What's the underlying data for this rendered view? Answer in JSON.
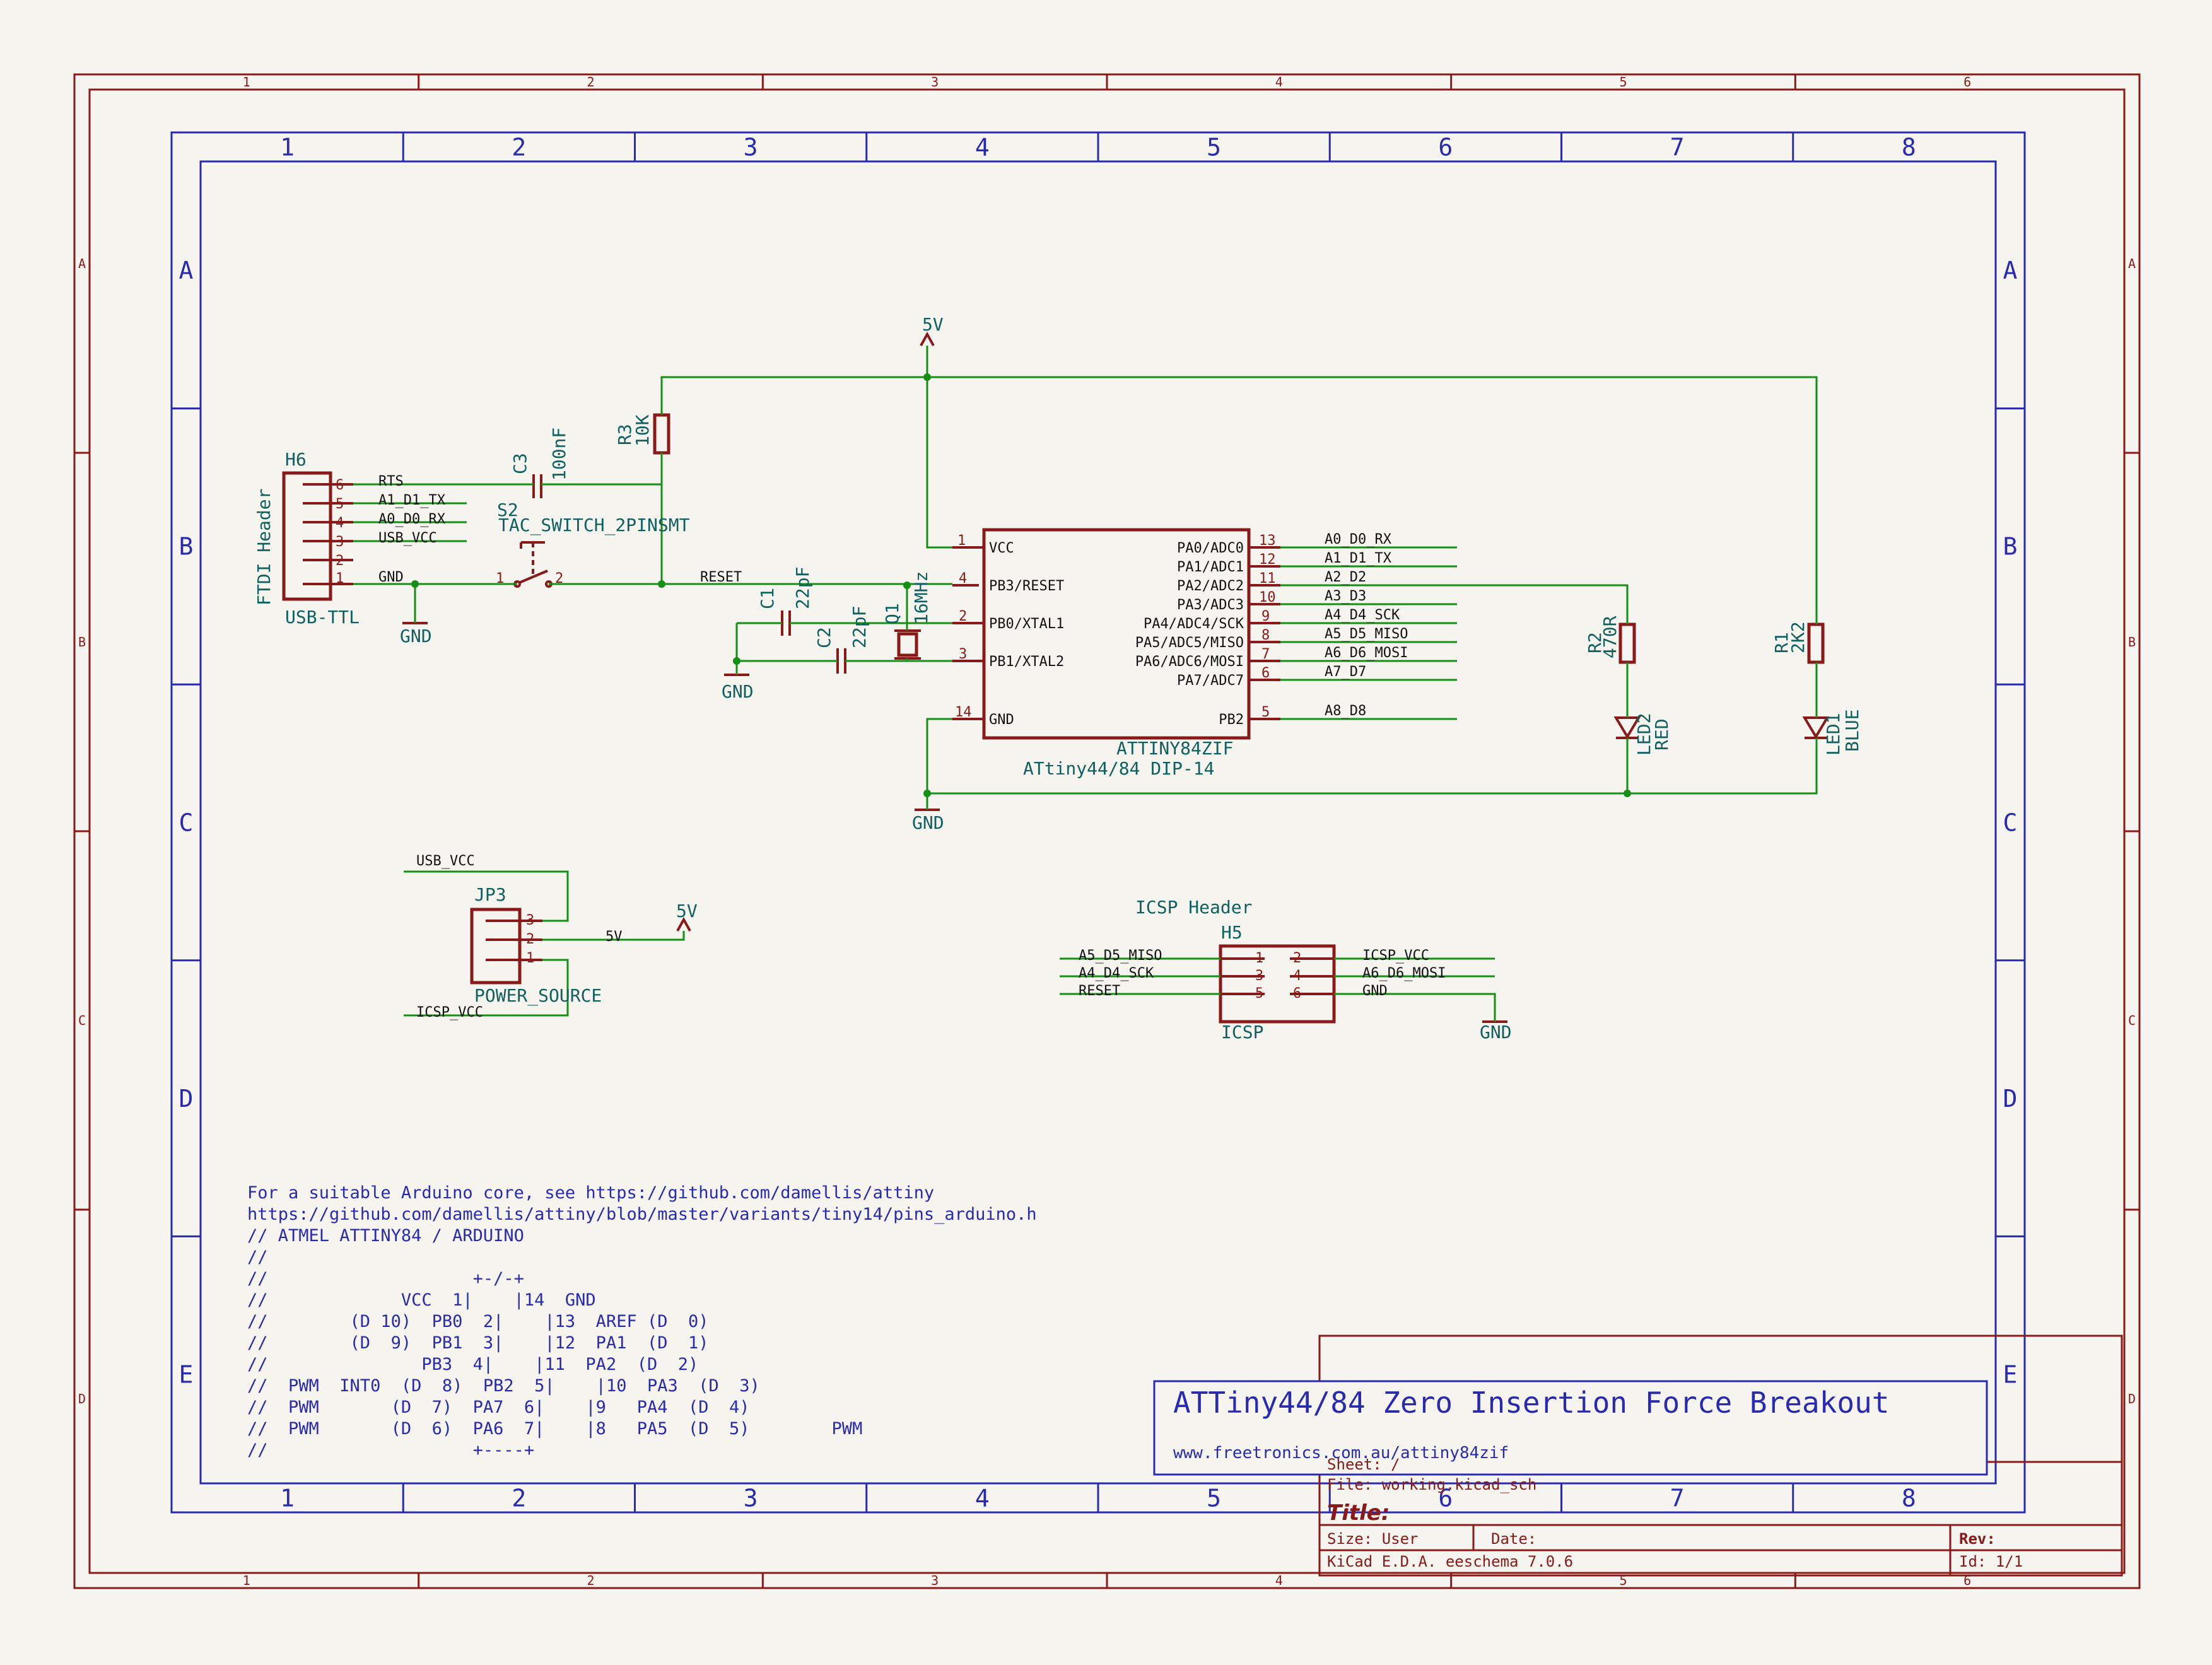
{
  "outer_frame": {
    "columns": [
      "1",
      "2",
      "3",
      "4",
      "5",
      "6"
    ],
    "rows": [
      "A",
      "B",
      "C",
      "D"
    ]
  },
  "inner_frame": {
    "columns": [
      "1",
      "2",
      "3",
      "4",
      "5",
      "6",
      "7",
      "8"
    ],
    "rows": [
      "A",
      "B",
      "C",
      "D",
      "E"
    ]
  },
  "components": {
    "h6": {
      "ref": "H6",
      "value": "USB-TTL",
      "label": "FTDI Header",
      "pins": [
        "6",
        "5",
        "4",
        "3",
        "2",
        "1"
      ]
    },
    "c3": {
      "ref": "C3",
      "value": "100nF"
    },
    "s2": {
      "ref": "S2",
      "value": "TAC_SWITCH_2PINSMT",
      "pin_a": "1",
      "pin_b": "2"
    },
    "r3": {
      "ref": "R3",
      "value": "10K"
    },
    "c1": {
      "ref": "C1",
      "value": "22pF"
    },
    "c2": {
      "ref": "C2",
      "value": "22pF"
    },
    "q1": {
      "ref": "Q1",
      "value": "16MHz"
    },
    "u1": {
      "value": "ATTINY84ZIF",
      "footprint": "ATtiny44/84 DIP-14",
      "left_pins": [
        {
          "num": "1",
          "name": "VCC"
        },
        {
          "num": "4",
          "name": "PB3/RESET"
        },
        {
          "num": "2",
          "name": "PB0/XTAL1"
        },
        {
          "num": "3",
          "name": "PB1/XTAL2"
        },
        {
          "num": "14",
          "name": "GND"
        }
      ],
      "right_pins": [
        {
          "num": "13",
          "name": "PA0/ADC0",
          "net": "A0_D0_RX"
        },
        {
          "num": "12",
          "name": "PA1/ADC1",
          "net": "A1_D1_TX"
        },
        {
          "num": "11",
          "name": "PA2/ADC2",
          "net": "A2_D2"
        },
        {
          "num": "10",
          "name": "PA3/ADC3",
          "net": "A3_D3"
        },
        {
          "num": "9",
          "name": "PA4/ADC4/SCK",
          "net": "A4_D4_SCK"
        },
        {
          "num": "8",
          "name": "PA5/ADC5/MISO",
          "net": "A5_D5_MISO"
        },
        {
          "num": "7",
          "name": "PA6/ADC6/MOSI",
          "net": "A6_D6_MOSI"
        },
        {
          "num": "6",
          "name": "PA7/ADC7",
          "net": "A7_D7"
        },
        {
          "num": "5",
          "name": "PB2",
          "net": "A8_D8"
        }
      ]
    },
    "r2": {
      "ref": "R2",
      "value": "470R"
    },
    "led2": {
      "ref": "LED2",
      "value": "RED"
    },
    "r1": {
      "ref": "R1",
      "value": "2K2"
    },
    "led1": {
      "ref": "LED1",
      "value": "BLUE"
    },
    "jp3": {
      "ref": "JP3",
      "value": "POWER_SOURCE",
      "pins": [
        "3",
        "2",
        "1"
      ]
    },
    "h5": {
      "ref": "H5",
      "value": "ICSP",
      "label": "ICSP Header",
      "pins_left": [
        "1",
        "3",
        "5"
      ],
      "pins_right": [
        "2",
        "4",
        "6"
      ]
    }
  },
  "nets": {
    "h6_nets": [
      "RTS",
      "A1_D1_TX",
      "A0_D0_RX",
      "USB_VCC",
      "",
      "GND"
    ],
    "reset": "RESET",
    "jp3_top": "USB_VCC",
    "jp3_mid": "5V",
    "jp3_bottom": "ICSP_VCC",
    "icsp_left": [
      "A5_D5_MISO",
      "A4_D4_SCK",
      "RESET"
    ],
    "icsp_right": [
      "ICSP_VCC",
      "A6_D6_MOSI",
      "GND"
    ]
  },
  "power": {
    "vcc": "5V",
    "gnd": "GND"
  },
  "notes": [
    "For a suitable Arduino core, see https://github.com/damellis/attiny",
    "https://github.com/damellis/attiny/blob/master/variants/tiny14/pins_arduino.h",
    "// ATMEL ATTINY84 / ARDUINO",
    "//",
    "//                    +-/-+",
    "//             VCC  1|    |14  GND",
    "//        (D 10)  PB0  2|    |13  AREF (D  0)",
    "//        (D  9)  PB1  3|    |12  PA1  (D  1)",
    "//               PB3  4|    |11  PA2  (D  2)",
    "//  PWM  INT0  (D  8)  PB2  5|    |10  PA3  (D  3)",
    "//  PWM       (D  7)  PA7  6|    |9   PA4  (D  4)",
    "//  PWM       (D  6)  PA6  7|    |8   PA5  (D  5)        PWM",
    "//                    +----+"
  ],
  "title_block": {
    "project_title": "ATTiny44/84 Zero Insertion Force Breakout",
    "url": "www.freetronics.com.au/attiny84zif",
    "sheet": "Sheet: /",
    "file": "File: working.kicad_sch",
    "title_label": "Title:",
    "size": "Size: User",
    "date": "Date:",
    "rev": "Rev:",
    "tool": "KiCad E.D.A.  eeschema 7.0.6",
    "id": "Id: 1/1"
  },
  "colors": {
    "background": "#f5f4ef",
    "frame": "#8a1a1a",
    "inner_frame": "#2a2ab0",
    "symbol": "#8a1a1a",
    "wire": "#159015",
    "label": "#121212",
    "ref": "#106060"
  }
}
